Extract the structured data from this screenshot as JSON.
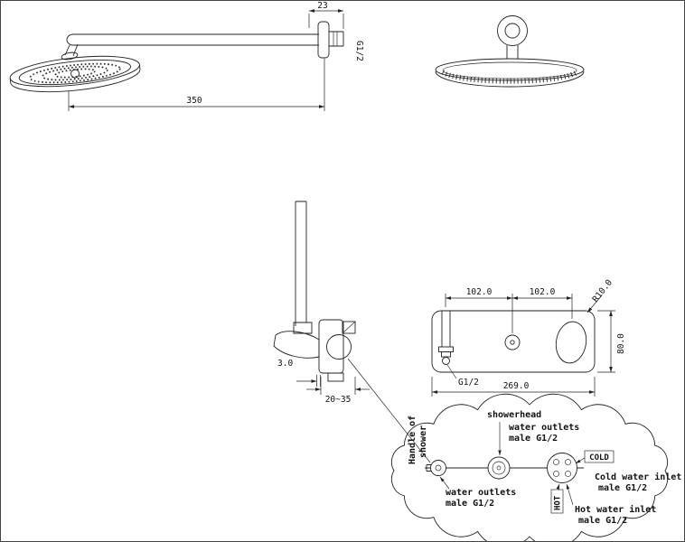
{
  "drawing": {
    "dimensions": {
      "arm_stub": "23",
      "arm_thread": "G1/2",
      "arm_length": "350",
      "plate_span_left": "102.0",
      "plate_span_right": "102.0",
      "plate_corner_radius": "R10.0",
      "plate_height": "80.0",
      "plate_thread": "G1/2",
      "plate_width": "269.0",
      "valve_plate_thickness": "3.0",
      "valve_depth_range": "20~35"
    },
    "callouts": {
      "handle_line1": "Handle of",
      "handle_line2": "shower",
      "showerhead": "showerhead",
      "outlets_top_line1": "water outlets",
      "outlets_top_line2": "male G1/2",
      "outlets_bottom_line1": "water outlets",
      "outlets_bottom_line2": "male G1/2",
      "cold_tag": "COLD",
      "cold_line1": "Cold water inlet",
      "cold_line2": "male G1/2",
      "hot_tag": "HOT",
      "hot_line1": "Hot water inlet",
      "hot_line2": "male G1/2"
    },
    "colors": {
      "line": "#222222",
      "background": "#ffffff"
    }
  }
}
